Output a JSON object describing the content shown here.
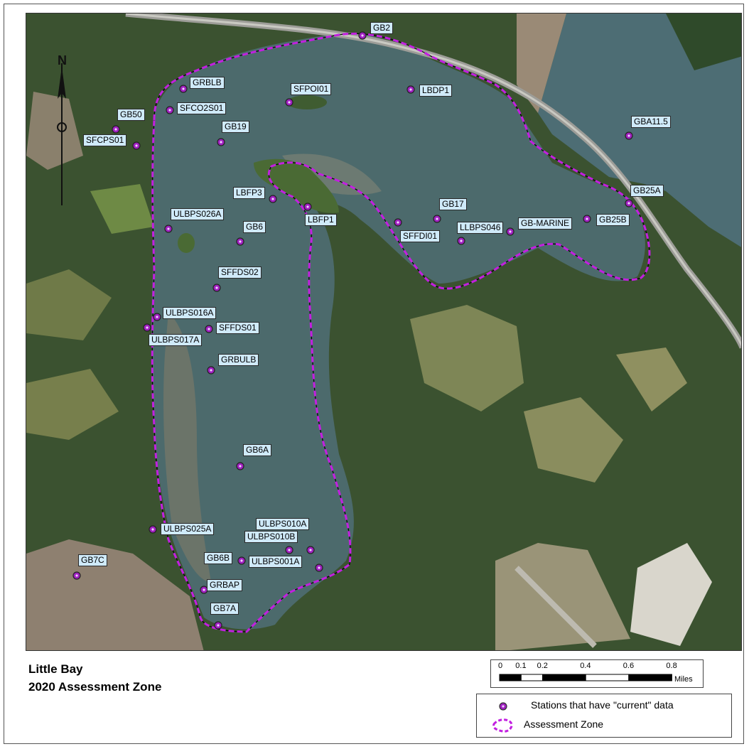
{
  "title_line1": "Little Bay",
  "title_line2": "2020 Assessment Zone",
  "north_label": "N",
  "scale_bar": {
    "ticks": [
      "0",
      "0.1",
      "0.2",
      "0.4",
      "0.6",
      "0.8"
    ],
    "tick_values": [
      0,
      0.1,
      0.2,
      0.4,
      0.6,
      0.8
    ],
    "units": "Miles"
  },
  "legend": {
    "stations_label": "Stations that have \"current\" data",
    "zone_label": "Assessment Zone"
  },
  "colors": {
    "water": "#4c6a6c",
    "forest": "#2f4a2a",
    "field": "#8a8d5e",
    "mudflat": "#9a8a76",
    "zone_outline": "#c21fe0",
    "station_fill": "#a020c0",
    "label_bg": "#cfeaf9"
  },
  "stations": [
    {
      "name": "GB2"
    },
    {
      "name": "GRBLB"
    },
    {
      "name": "SFPOI01"
    },
    {
      "name": "LBDP1"
    },
    {
      "name": "GB50"
    },
    {
      "name": "SFCO2S01"
    },
    {
      "name": "GB19"
    },
    {
      "name": "SFCPS01"
    },
    {
      "name": "GBA11.5"
    },
    {
      "name": "LBFP3"
    },
    {
      "name": "GB25A"
    },
    {
      "name": "GB17"
    },
    {
      "name": "ULBPS026A"
    },
    {
      "name": "LBFP1"
    },
    {
      "name": "GB6"
    },
    {
      "name": "SFFDI01"
    },
    {
      "name": "LLBPS046"
    },
    {
      "name": "GB-MARINE"
    },
    {
      "name": "GB25B"
    },
    {
      "name": "SFFDS02"
    },
    {
      "name": "ULBPS016A"
    },
    {
      "name": "ULBPS017A"
    },
    {
      "name": "SFFDS01"
    },
    {
      "name": "GRBULB"
    },
    {
      "name": "GB6A"
    },
    {
      "name": "ULBPS010A"
    },
    {
      "name": "ULBPS025A"
    },
    {
      "name": "ULBPS010B"
    },
    {
      "name": "GB6B"
    },
    {
      "name": "ULBPS001A"
    },
    {
      "name": "GB7C"
    },
    {
      "name": "GRBAP"
    },
    {
      "name": "GB7A"
    }
  ]
}
